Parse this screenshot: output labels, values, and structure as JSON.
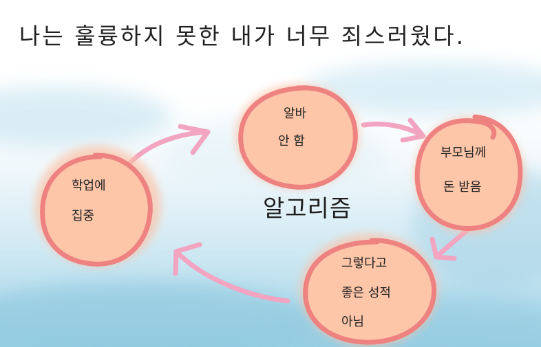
{
  "headline": "나는 훌륭하지 못한 내가 너무 죄스러웠다.",
  "center_label": "알고리즘",
  "nodes": {
    "job": {
      "line1": "알바",
      "line2": "안 함"
    },
    "parents": {
      "line1": "부모님께",
      "line2": "돈 받음"
    },
    "grades": {
      "line1": "그렇다고",
      "line2": "좋은 성적",
      "line3": "아님"
    },
    "study": {
      "line1": "학업에",
      "line2": "집중"
    }
  },
  "colors": {
    "node_fill": "#fdc2a4",
    "node_outline": "#ee8280",
    "arrow": "#f2a4c0",
    "watercolor": "#a9d6e8"
  }
}
